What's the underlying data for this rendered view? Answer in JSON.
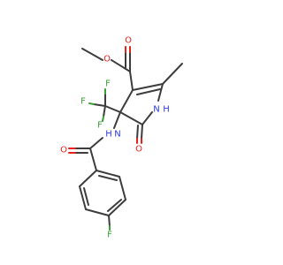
{
  "molecule": {
    "colors": {
      "carbon_bond": "#3d3d3d",
      "oxygen": "#e8221b",
      "nitrogen": "#2a38e6",
      "fluorine": "#3aa036",
      "background": "#ffffff"
    },
    "atom_labels": {
      "ester_carbonyl_o": "O",
      "ester_ether_o": "O",
      "ring_nh_n": "N",
      "ring_nh_h": "H",
      "lactam_o": "O",
      "amide_nh_n": "N",
      "amide_nh_h": "H",
      "amide_o": "O",
      "cf3_f_top": "F",
      "cf3_f_left": "F",
      "cf3_f_bottom": "F",
      "aryl_f": "F"
    }
  }
}
